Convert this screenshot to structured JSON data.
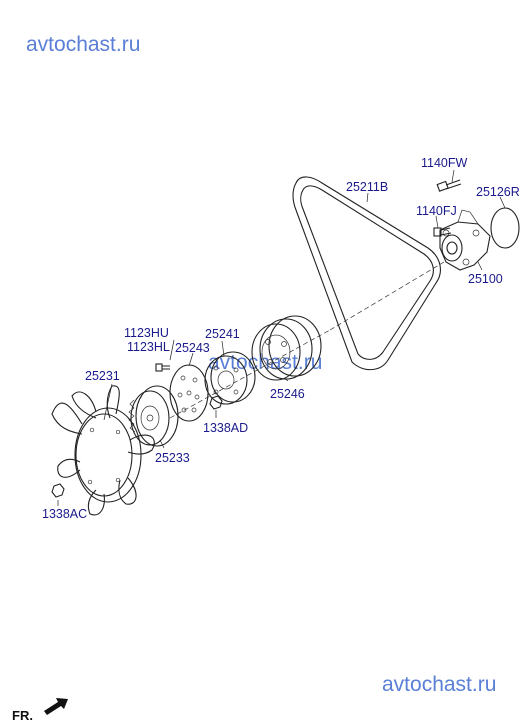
{
  "watermarks": {
    "top": "avtochast.ru",
    "middle": "avtochast.ru",
    "bottom": "avtochast.ru"
  },
  "orientation_label": "FR.",
  "parts": {
    "p1140FW": "1140FW",
    "p25126R": "25126R",
    "p25211B": "25211B",
    "p1140FJ": "1140FJ",
    "p25100": "25100",
    "p1123HU": "1123HU",
    "p1123HL": "1123HL",
    "p25241": "25241",
    "p25243": "25243",
    "p25231": "25231",
    "p25246": "25246",
    "p1338AD": "1338AD",
    "p25233": "25233",
    "p1338AC": "1338AC"
  },
  "colors": {
    "label": "#1a1a8c",
    "watermark": "#5b7fd6",
    "line": "#222222"
  },
  "icons": {
    "front_arrow": "arrow-front-icon"
  }
}
